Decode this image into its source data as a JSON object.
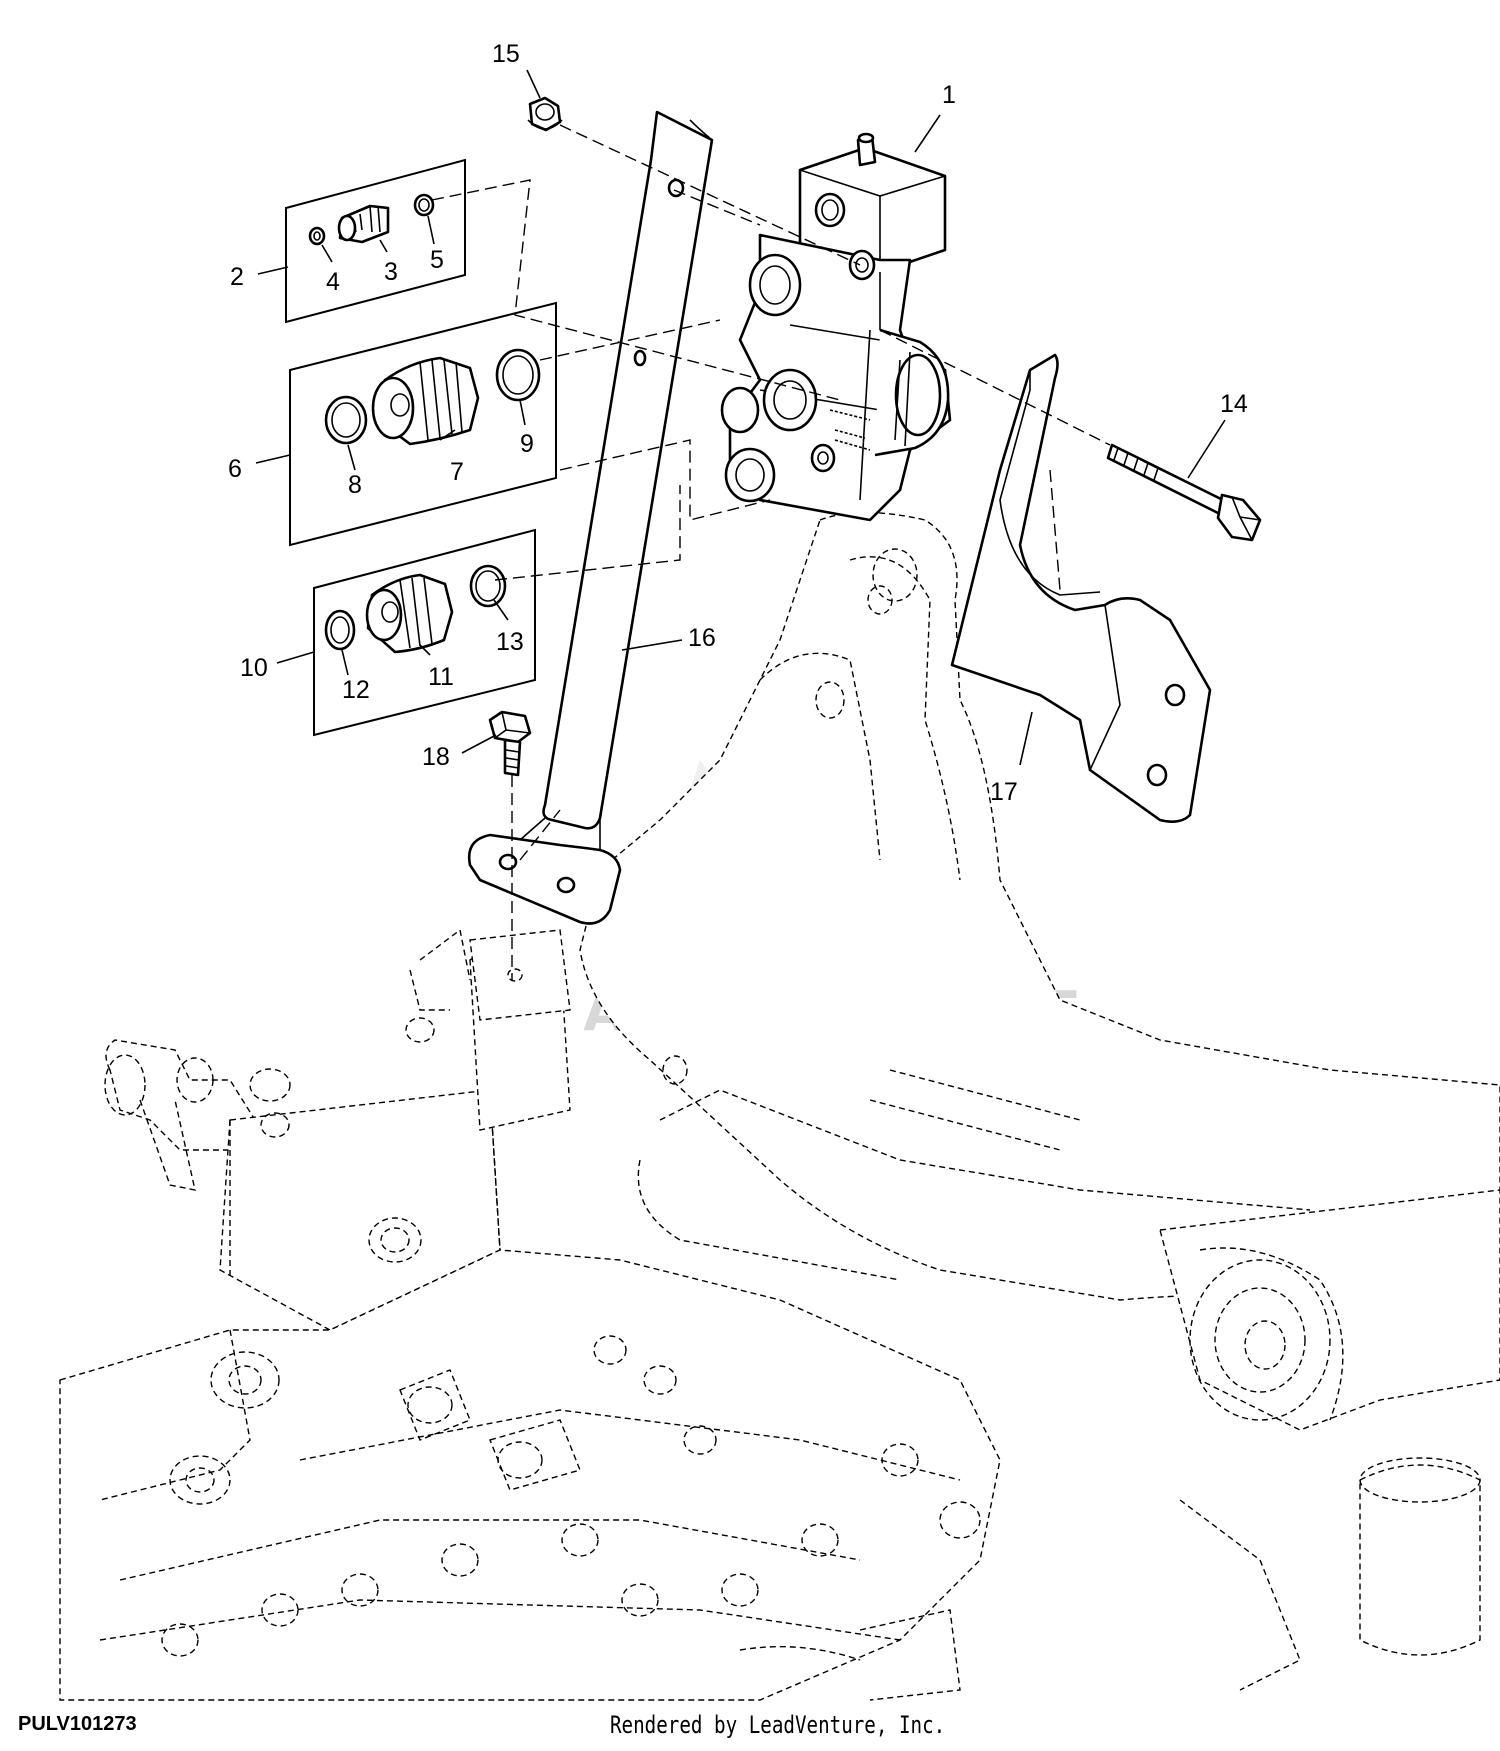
{
  "diagram": {
    "callouts": [
      "1",
      "2",
      "3",
      "4",
      "5",
      "6",
      "7",
      "8",
      "9",
      "10",
      "11",
      "12",
      "13",
      "14",
      "15",
      "16",
      "17",
      "18"
    ],
    "watermark": "LEADVENTURE",
    "footer": {
      "code": "PULV101273",
      "credit": "Rendered by LeadVenture, Inc."
    }
  }
}
